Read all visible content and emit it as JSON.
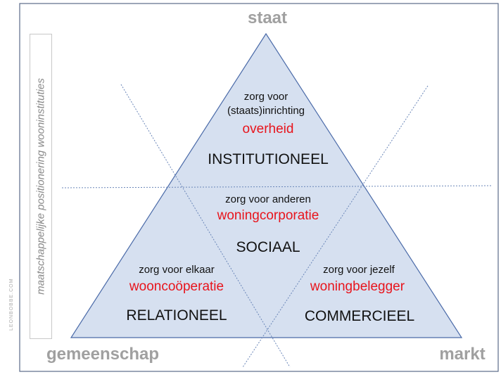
{
  "corners": {
    "top": "staat",
    "left": "gemeenschap",
    "right": "markt"
  },
  "side_label": "maatschappelijke positionering wooninstituties",
  "logo": "LEONBOBBE.COM",
  "sections": {
    "top": {
      "care": [
        "zorg voor",
        "(staats)inrichting"
      ],
      "actor": "overheid",
      "type": "INSTITUTIONEEL"
    },
    "middle": {
      "care": "zorg voor anderen",
      "actor": "woningcorporatie",
      "type": "SOCIAAL"
    },
    "left": {
      "care": "zorg voor elkaar",
      "actor": "wooncoöperatie",
      "type": "RELATIONEEL"
    },
    "right": {
      "care": "zorg voor jezelf",
      "actor": "woningbelegger",
      "type": "COMMERCIEEL"
    }
  },
  "colors": {
    "triangle_fill": "#d6e0f0",
    "triangle_stroke": "#4a6aa8",
    "actor": "#e8141c",
    "corner": "#a0a0a0"
  }
}
